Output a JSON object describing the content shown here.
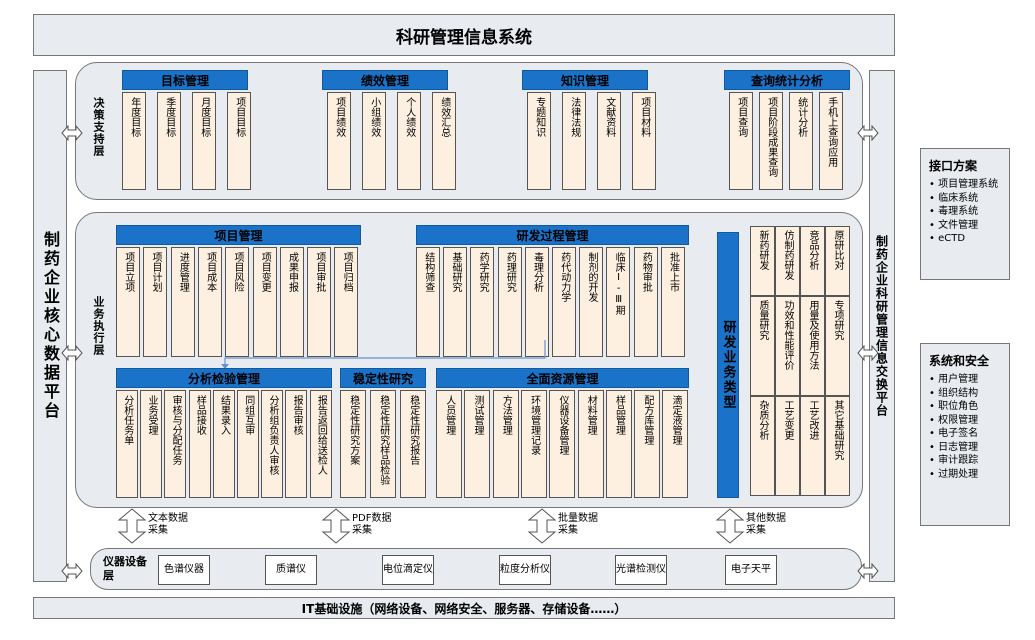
{
  "title": "科研管理信息系统",
  "left_platform": "制药企业核心数据平台",
  "right_platform": "制药企业科研管理信息交换平台",
  "infra": "IT基础设施（网络设备、网络安全、服务器、存储设备……）",
  "decision": {
    "label": "决策支持层",
    "groups": [
      {
        "header": "目标管理",
        "items": [
          "年度目标",
          "季度目标",
          "月度目标",
          "项目目标"
        ]
      },
      {
        "header": "绩效管理",
        "items": [
          "项目绩效",
          "小组绩效",
          "个人绩效",
          "绩效汇总"
        ]
      },
      {
        "header": "知识管理",
        "items": [
          "专题知识",
          "法律法规",
          "文献资料",
          "项目材料"
        ]
      },
      {
        "header": "查询统计分析",
        "items": [
          "项目查询",
          "项目阶段成果查询",
          "统计分析",
          "手机上查询应用"
        ]
      }
    ]
  },
  "business": {
    "label": "业务执行层",
    "project": {
      "header": "项目管理",
      "items": [
        "项目立项",
        "项目计划",
        "进度管理",
        "项目成本",
        "项目风险",
        "项目变更",
        "成果申报",
        "项目审批",
        "项目归档"
      ]
    },
    "rd": {
      "header": "研发过程管理",
      "items": [
        "结构筛查",
        "基础研究",
        "药学研究",
        "药理研究",
        "毒理分析",
        "药代动力学",
        "制剂的开发",
        "临床Ⅰ-Ⅲ期",
        "药物审批",
        "批准上市"
      ]
    },
    "analysis": {
      "header": "分析检验管理",
      "items": [
        "分析任务单",
        "业务受理",
        "审核与分配任务",
        "样品接收",
        "结果录入",
        "同组互审",
        "分析组负责人审核",
        "报告审核",
        "报告返回给送检人"
      ]
    },
    "stability": {
      "header": "稳定性研究",
      "items": [
        "稳定性研究方案",
        "稳定性研究样品检验",
        "稳定性研究报告"
      ]
    },
    "resource": {
      "header": "全面资源管理",
      "items": [
        "人员管理",
        "测试管理",
        "方法管理",
        "环境管理记录",
        "仪器设备管理",
        "材料管理",
        "样品管理",
        "配方库管理",
        "滴定液管理"
      ]
    },
    "type": {
      "header": "研发业务类型",
      "grid": [
        "新药研发",
        "仿制药研发",
        "竞品分析",
        "原研比对",
        "质量研究",
        "功效和性能评价",
        "用量及使用方法",
        "专项研究",
        "杂质分析",
        "工艺变更",
        "工艺改进",
        "其它基础研究"
      ]
    }
  },
  "collect": [
    {
      "label": "文本数据采集"
    },
    {
      "label": "PDF数据采集"
    },
    {
      "label": "批量数据采集"
    },
    {
      "label": "其他数据采集"
    }
  ],
  "devices": {
    "label": "仪器设备层",
    "items": [
      "色谱仪器",
      "质谱仪",
      "电位滴定仪",
      "粒度分析仪",
      "光谱检测仪",
      "电子天平"
    ]
  },
  "interface": {
    "title": "接口方案",
    "items": [
      "项目管理系统",
      "临床系统",
      "毒理系统",
      "文件管理",
      "eCTD"
    ]
  },
  "security": {
    "title": "系统和安全",
    "items": [
      "用户管理",
      "组织结构",
      "职位角色",
      "权限管理",
      "电子签名",
      "日志管理",
      "审计跟踪",
      "过期处理"
    ]
  }
}
